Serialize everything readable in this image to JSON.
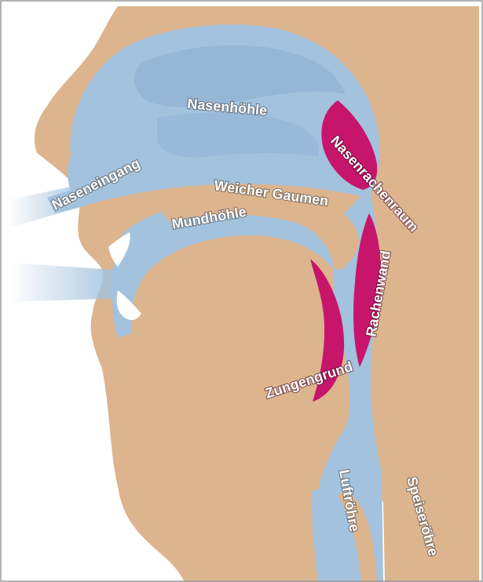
{
  "labels": {
    "nasenhoehle": "Nasenhöhle",
    "naseneingang": "Naseneingang",
    "nasenrachenraum": "Nasenrachenraum",
    "weicher_gaumen": "Weicher Gaumen",
    "mundhoehle": "Mundhöhle",
    "rachenwand": "Rachenwand",
    "zungengrund": "Zungengrund",
    "luftroehre": "Luftröhre",
    "speiseroehre": "Speiseröhre"
  },
  "colors": {
    "skin": "#dcb48e",
    "airway": "#a3c2dd",
    "highlight": "#c7156c",
    "frame": "#9a9a9a",
    "background": "#ffffff"
  }
}
